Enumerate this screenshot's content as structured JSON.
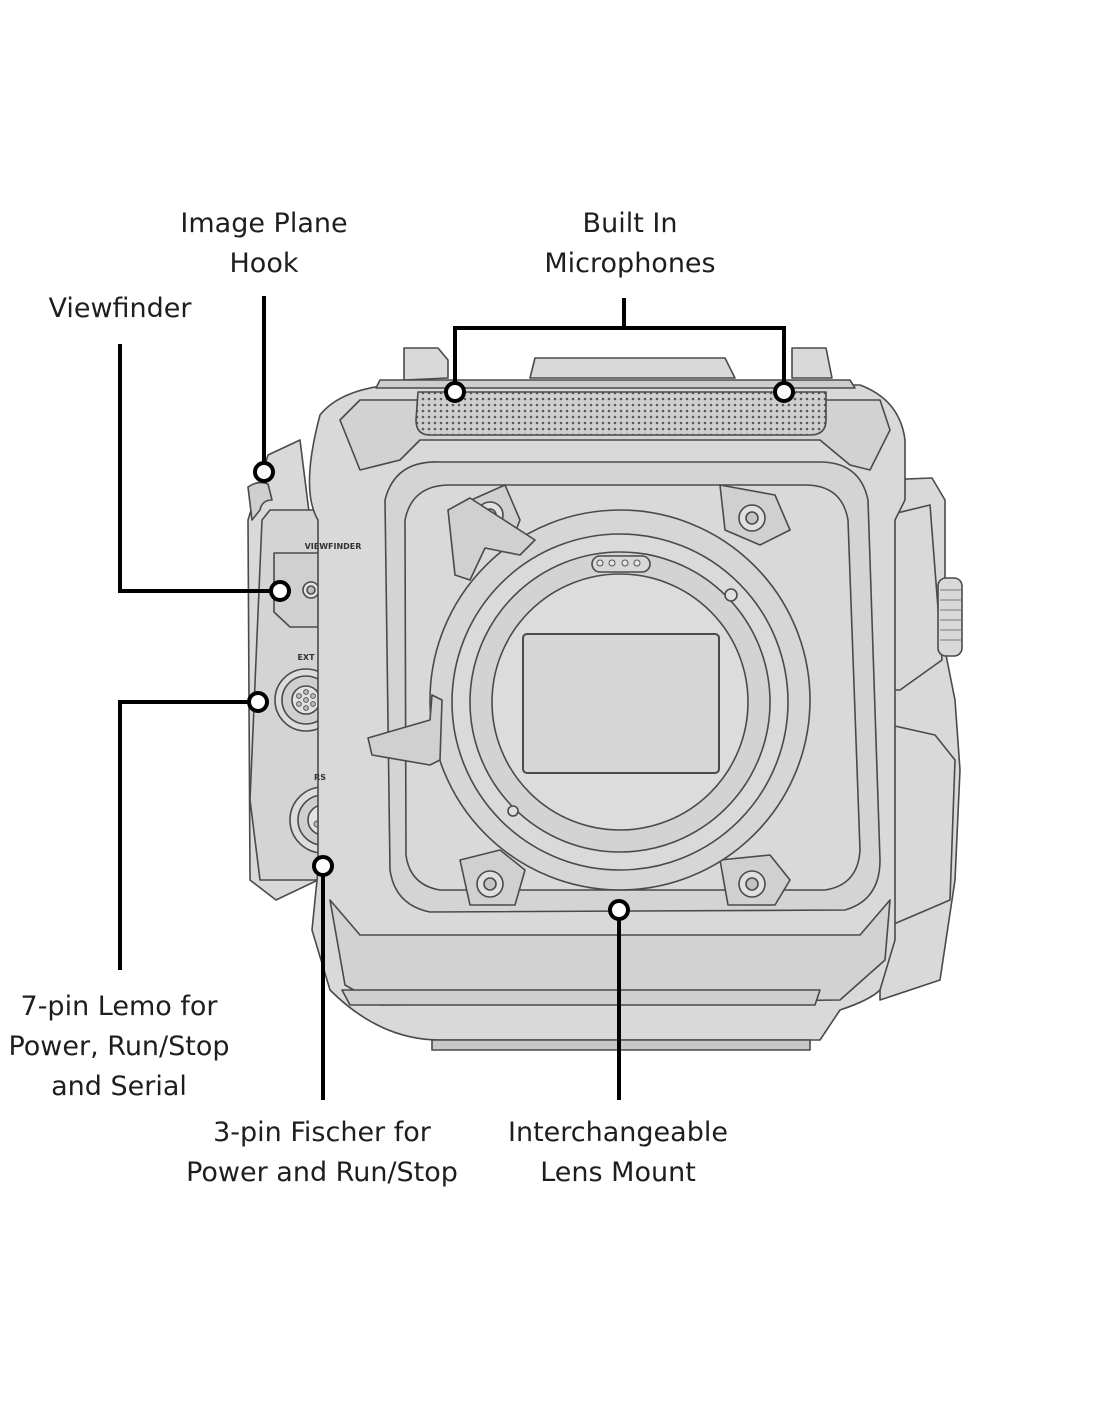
{
  "callouts": {
    "image_plane_hook": [
      "Image Plane",
      "Hook"
    ],
    "built_in_microphones": [
      "Built In",
      "Microphones"
    ],
    "viewfinder": [
      "Viewfinder"
    ],
    "lemo_7pin": [
      "7-pin Lemo for",
      "Power, Run/Stop",
      "and Serial"
    ],
    "fischer_3pin": [
      "3-pin Fischer for",
      "Power and Run/Stop"
    ],
    "lens_mount": [
      "Interchangeable",
      "Lens Mount"
    ]
  },
  "panel_text": {
    "viewfinder": "VIEWFINDER",
    "ext": "EXT",
    "rs": "RS"
  },
  "colors": {
    "body_fill": "#d9d9d9",
    "body_stroke": "#4a4a4a",
    "leader": "#000000",
    "label": "#1e1e1e"
  }
}
